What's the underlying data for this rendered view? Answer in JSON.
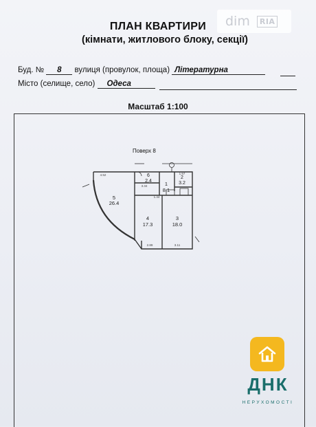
{
  "header": {
    "title": "ПЛАН КВАРТИРИ",
    "subtitle": "(кімнати, житлового блоку, секції)"
  },
  "watermark": {
    "part1": "dim",
    "part2": "RIA"
  },
  "fields": {
    "building_label": "Буд. №",
    "building_value": "8",
    "street_label": "вулиця (провулок, площа)",
    "street_value": "Літературна",
    "city_label": "Місто (селище, село)",
    "city_value": "Одеса"
  },
  "scale": "Масштаб 1:100",
  "plan": {
    "floor": "Поверх 8",
    "rooms": [
      {
        "num": "1",
        "area": "8.1"
      },
      {
        "num": "2",
        "area": "3.2"
      },
      {
        "num": "3",
        "area": "18.0"
      },
      {
        "num": "4",
        "area": "17.3"
      },
      {
        "num": "5",
        "area": "26.4"
      },
      {
        "num": "6",
        "area": "2.4"
      }
    ],
    "dims": [
      "4.52",
      "3.34",
      "1.44",
      "2.89",
      "3.11",
      "1.57"
    ]
  },
  "brand": {
    "name": "ДНК",
    "tagline": "НЕРУХОМОСТІ",
    "color": "#1a6e6b",
    "logo_bg": "#f4b81f",
    "logo_icon": "house-icon"
  }
}
